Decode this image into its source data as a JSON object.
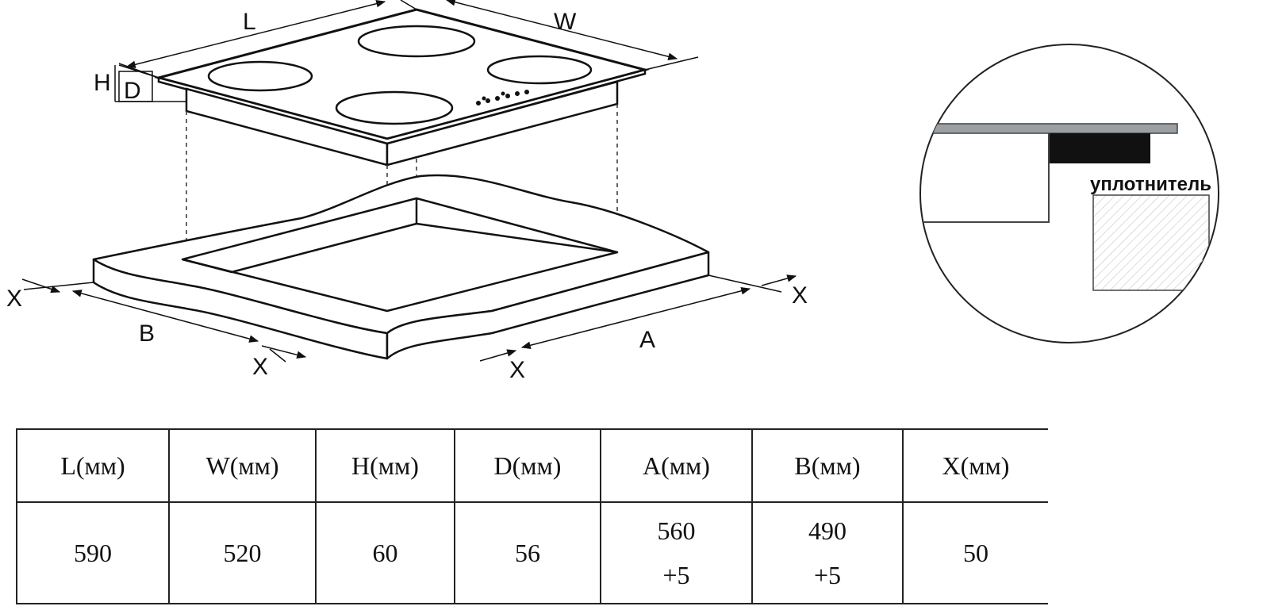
{
  "diagram": {
    "labels": {
      "L": "L",
      "W": "W",
      "H": "H",
      "D": "D",
      "A": "A",
      "B": "B",
      "X": "X"
    },
    "detail_label": "уплотнитель"
  },
  "table": {
    "headers": [
      "L(мм)",
      "W(мм)",
      "H(мм)",
      "D(мм)",
      "A(мм)",
      "B(мм)",
      "X(мм)"
    ],
    "values": [
      [
        "590"
      ],
      [
        "520"
      ],
      [
        "60"
      ],
      [
        "56"
      ],
      [
        "560",
        "+5"
      ],
      [
        "490",
        "+5"
      ],
      [
        "50"
      ]
    ]
  }
}
